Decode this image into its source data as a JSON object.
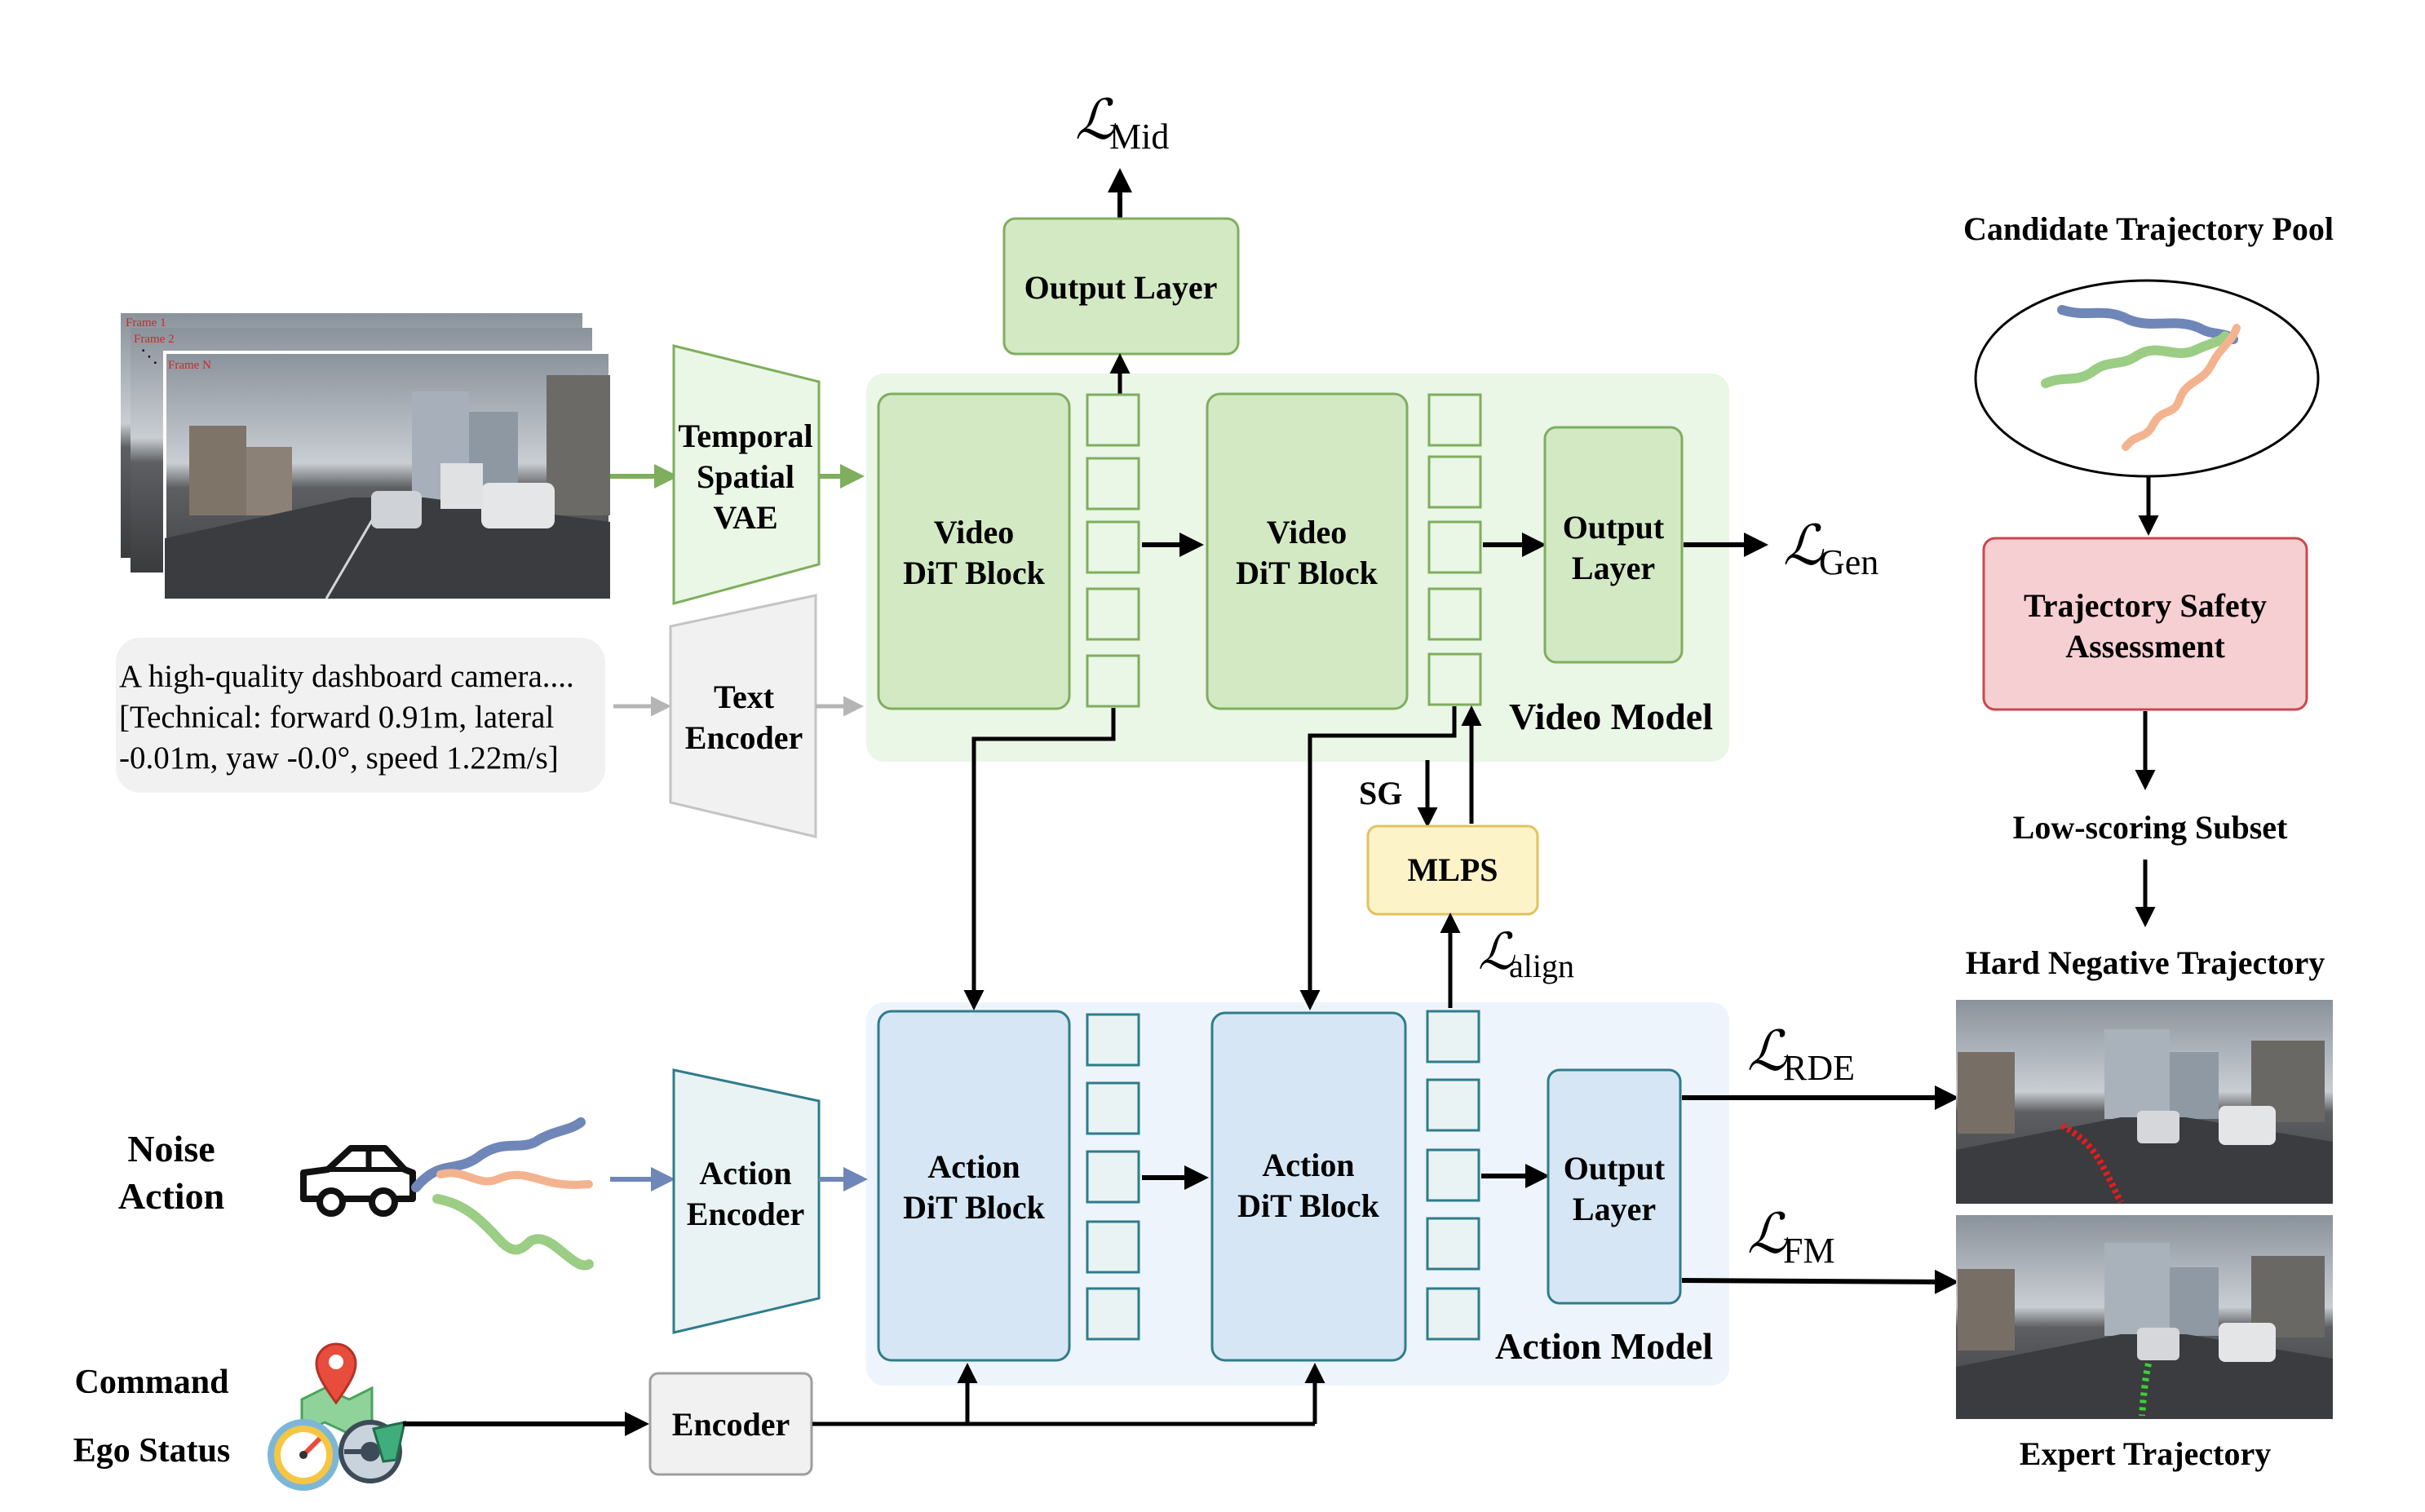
{
  "losses": {
    "mid": {
      "sym": "ℒ",
      "sub": "Mid"
    },
    "gen": {
      "sym": "ℒ",
      "sub": "Gen"
    },
    "align": {
      "sym": "ℒ",
      "sub": "align"
    },
    "rde": {
      "sym": "ℒ",
      "sub": "RDE"
    },
    "fm": {
      "sym": "ℒ",
      "sub": "FM"
    }
  },
  "video_input": {
    "frame_labels": [
      "Frame 1",
      "Frame 2",
      "Frame N"
    ],
    "ellipsis": "⋱"
  },
  "vae": {
    "lines": [
      "Temporal",
      "Spatial",
      "VAE"
    ]
  },
  "text_encoder": {
    "lines": [
      "Text",
      "Encoder"
    ]
  },
  "action_encoder": {
    "lines": [
      "Action",
      "Encoder"
    ]
  },
  "encoder": {
    "label": "Encoder"
  },
  "prompt": {
    "lines": [
      "A high-quality dashboard camera....",
      "[Technical: forward 0.91m, lateral",
      "-0.01m, yaw -0.0°, speed 1.22m/s]"
    ]
  },
  "video_model": {
    "title": "Video Model",
    "block1": [
      "Video",
      "DiT Block"
    ],
    "block2": [
      "Video",
      "DiT Block"
    ],
    "output": [
      "Output",
      "Layer"
    ]
  },
  "action_model": {
    "title": "Action Model",
    "block1": [
      "Action",
      "DiT Block"
    ],
    "block2": [
      "Action",
      "DiT Block"
    ],
    "output": [
      "Output",
      "Layer"
    ]
  },
  "top_output": {
    "label": "Output Layer"
  },
  "mlps": {
    "label": "MLPS"
  },
  "sg": {
    "label": "SG"
  },
  "noise_action": {
    "lines": [
      "Noise",
      "Action"
    ]
  },
  "command": {
    "label": "Command"
  },
  "ego_status": {
    "label": "Ego Status"
  },
  "right_panel": {
    "pool_title": "Candidate Trajectory Pool",
    "safety": [
      "Trajectory Safety",
      "Assessment"
    ],
    "low_scoring": "Low-scoring Subset",
    "hard_negative": "Hard Negative Trajectory",
    "expert": "Expert Trajectory"
  },
  "colors": {
    "green_fill": "#d3e9c4",
    "green_stroke": "#7fae5e",
    "green_panel": "#eaf6e6",
    "blue_fill": "#d6e6f5",
    "blue_stroke": "#2f7c8c",
    "blue_panel": "#eef4fb",
    "pink_fill": "#f6cfd2",
    "pink_stroke": "#c9484f",
    "yellow_fill": "#fdf3c9",
    "yellow_stroke": "#e2c25e",
    "gray_fill": "#f1f1f1",
    "gray_stroke": "#9e9e9e",
    "traj_blue": "#6f86b8",
    "traj_green": "#9bcd85",
    "traj_orange": "#f4b38f",
    "expert_green": "#3ccf3a",
    "negative_red": "#e61c1c"
  }
}
